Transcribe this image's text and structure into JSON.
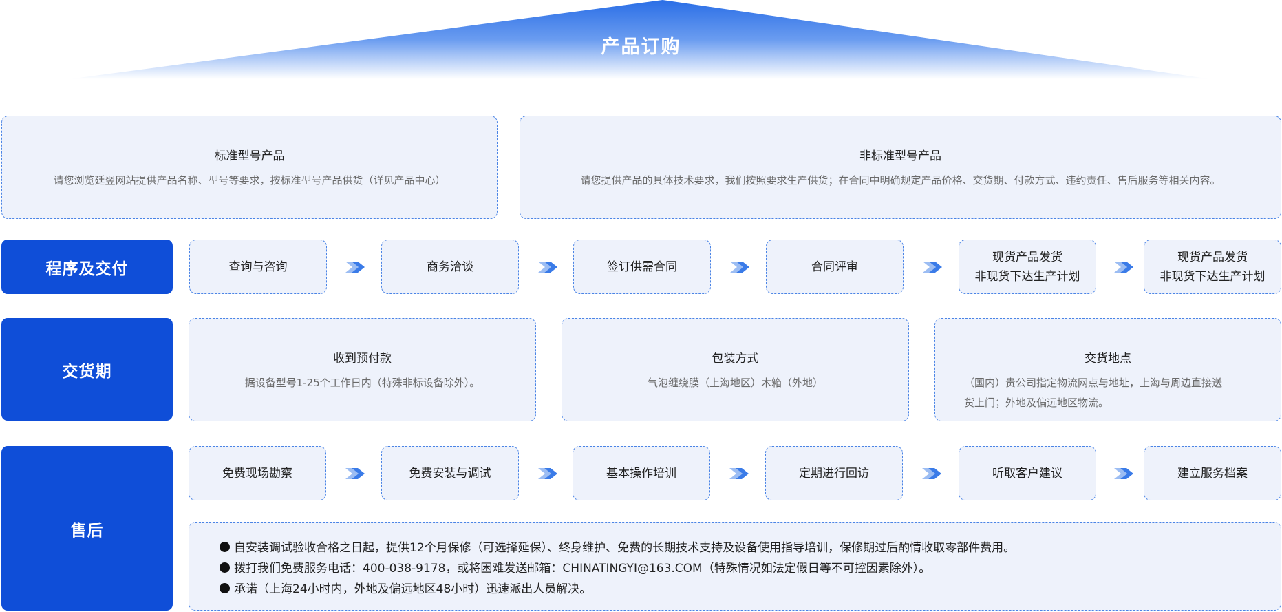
{
  "header": {
    "title": "产品订购"
  },
  "products": {
    "standard": {
      "title": "标准型号产品",
      "desc": "请您浏览廷翌网站提供产品名称、型号等要求，按标准型号产品供货（详见产品中心）"
    },
    "nonstandard": {
      "title": "非标准型号产品",
      "desc": "请您提供产品的具体技术要求，我们按照要求生产供货；在合同中明确规定产品价格、交货期、付款方式、违约责任、售后服务等相关内容。"
    }
  },
  "procedure": {
    "label": "程序及交付",
    "steps": [
      {
        "line1": "查询与咨询",
        "line2": ""
      },
      {
        "line1": "商务洽谈",
        "line2": ""
      },
      {
        "line1": "签订供需合同",
        "line2": ""
      },
      {
        "line1": "合同评审",
        "line2": ""
      },
      {
        "line1": "现货产品发货",
        "line2": "非现货下达生产计划"
      },
      {
        "line1": "现货产品发货",
        "line2": "非现货下达生产计划"
      }
    ]
  },
  "delivery": {
    "label": "交货期",
    "cards": [
      {
        "title": "收到预付款",
        "desc1": "据设备型号1-25个工作日内（特殊非标设备除外）。",
        "desc2": ""
      },
      {
        "title": "包装方式",
        "desc1": "气泡缠绕膜（上海地区）木箱（外地）",
        "desc2": ""
      },
      {
        "title": "交货地点",
        "desc1": "（国内）贵公司指定物流网点与地址，上海与周边直接送",
        "desc2": "货上门；外地及偏远地区物流。"
      }
    ]
  },
  "aftersales": {
    "label": "售后",
    "steps": [
      "免费现场勘察",
      "免费安装与调试",
      "基本操作培训",
      "定期进行回访",
      "听取客户建议",
      "建立服务档案"
    ],
    "notes": [
      "自安装调试验收合格之日起，提供12个月保修（可选择延保）、终身维护、免费的长期技术支持及设备使用指导培训，保修期过后酌情收取零部件费用。",
      "拨打我们免费服务电话：400-038-9178，或将困难发送邮箱：CHINATINGYI@163.COM（特殊情况如法定假日等不可控因素除外）。",
      "承诺（上海24小时内，外地及偏远地区48小时）迅速派出人员解决。"
    ]
  },
  "colors": {
    "primary": "#0f4ed8",
    "card_bg": "#eef2fb",
    "dashed_border": "#4a84e6",
    "arrow": "#3a7be8"
  }
}
